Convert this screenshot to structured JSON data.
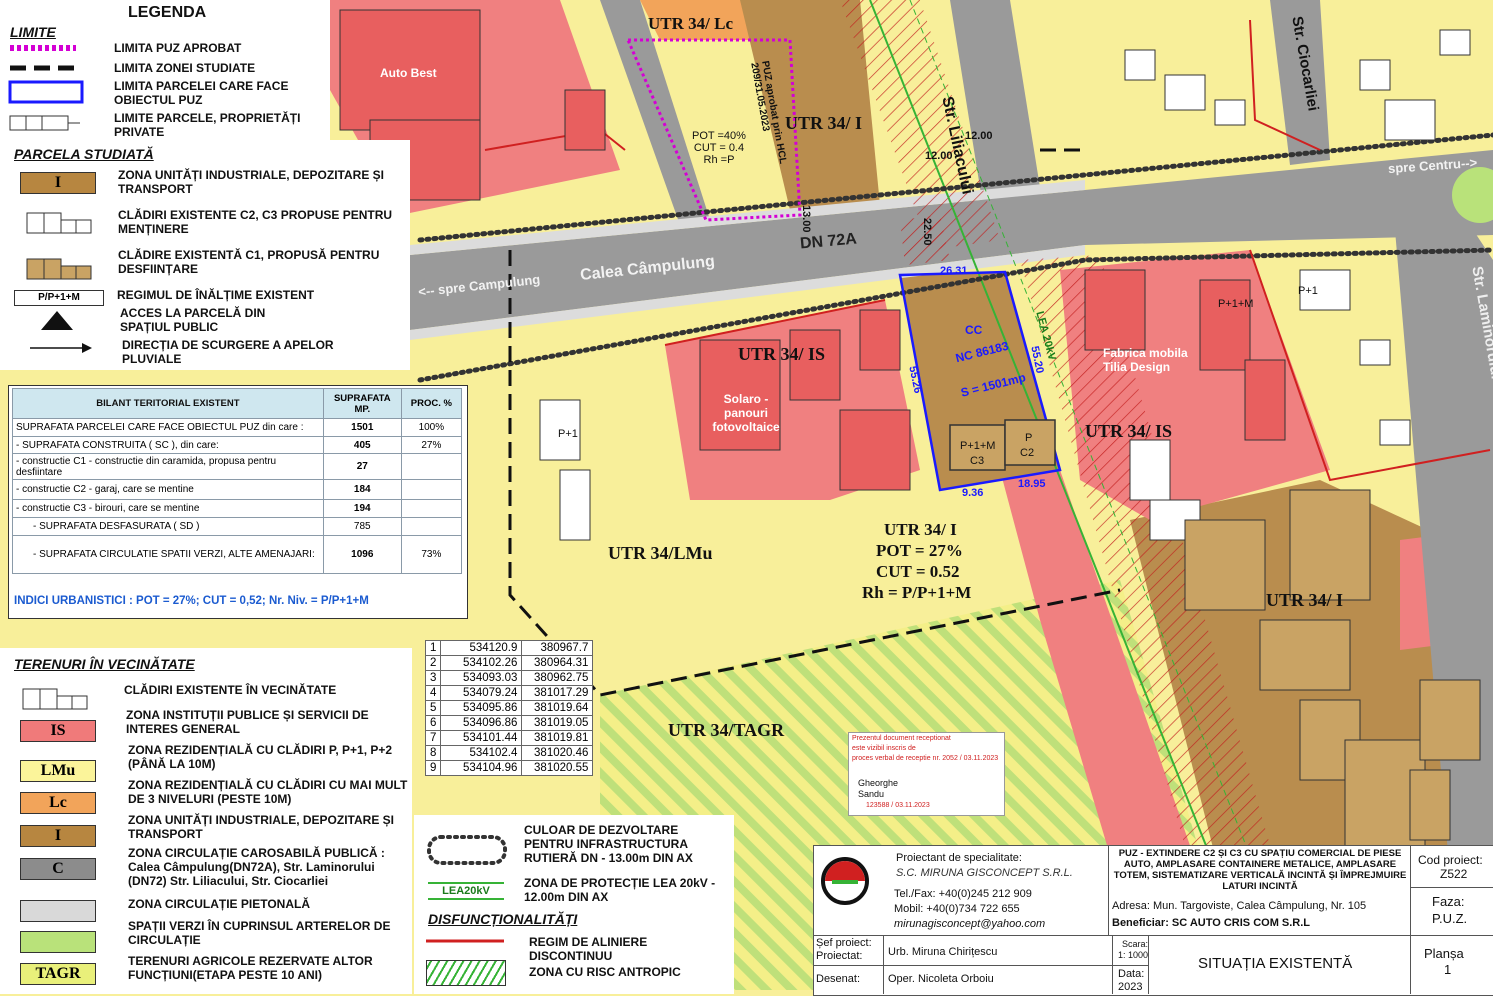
{
  "legend": {
    "title": "LEGENDA",
    "limite_header": "LIMITE",
    "limite_items": [
      "LIMITA PUZ APROBAT",
      "LIMITA ZONEI STUDIATE",
      "LIMITA PARCELEI CARE FACE OBIECTUL PUZ",
      "LIMITE PARCELE, PROPRIETĂȚI PRIVATE"
    ],
    "parcela_header": "PARCELA STUDIATĂ",
    "parcela_items": [
      {
        "code": "I",
        "label": "ZONA UNITĂȚI INDUSTRIALE, DEPOZITARE ȘI TRANSPORT"
      },
      {
        "code": "",
        "label": "CLĂDIRI EXISTENTE C2, C3 PROPUSE PENTRU MENȚINERE"
      },
      {
        "code": "",
        "label": "CLĂDIRE EXISTENTĂ C1, PROPUSĂ PENTRU DESFIINȚARE"
      },
      {
        "code": "P/P+1+M",
        "label": "REGIMUL DE ÎNĂLȚIME EXISTENT"
      },
      {
        "code": "",
        "label": "ACCES LA PARCELĂ DIN SPAȚIUL PUBLIC"
      },
      {
        "code": "",
        "label": "DIRECȚIA DE SCURGERE A APELOR PLUVIALE"
      }
    ],
    "vecinatate_header": "TERENURI ÎN VECINĂTATE",
    "vecinatate_items": [
      {
        "code": "",
        "label": "CLĂDIRI EXISTENTE ÎN VECINĂTATE",
        "color": "#ffffff"
      },
      {
        "code": "IS",
        "label": "ZONA INSTITUȚII PUBLICE ȘI SERVICII DE INTERES GENERAL",
        "color": "#f07a7a"
      },
      {
        "code": "LMu",
        "label": "ZONA REZIDENȚIALĂ CU CLĂDIRI P, P+1, P+2 (PÂNĂ LA 10M)",
        "color": "#fbf49a"
      },
      {
        "code": "Lc",
        "label": "ZONA REZIDENȚIALĂ CU CLĂDIRI CU MAI MULT DE 3 NIVELURI (PESTE 10M)",
        "color": "#f2a45a"
      },
      {
        "code": "I",
        "label": "ZONA UNITĂȚI INDUSTRIALE, DEPOZITARE ȘI TRANSPORT",
        "color": "#b78640"
      },
      {
        "code": "C",
        "label": "ZONA CIRCULAȚIE CAROSABILĂ PUBLICĂ : Calea Câmpulung(DN72A), Str. Laminorului (DN72) Str. Liliacului, Str. Ciocarliei",
        "color": "#8c8c8c"
      },
      {
        "code": "",
        "label": "ZONA CIRCULAȚIE PIETONALĂ",
        "color": "#d9d9d9"
      },
      {
        "code": "",
        "label": "SPAȚII VERZI ÎN CUPRINSUL ARTERELOR DE CIRCULAȚIE",
        "color": "#b9e27a"
      },
      {
        "code": "TAGR",
        "label": "TERENURI AGRICOLE REZERVATE ALTOR FUNCȚIUNI(ETAPA PESTE 10 ANI)",
        "color": "#e9f07a"
      }
    ],
    "extra_items": [
      {
        "label": "CULOAR DE DEZVOLTARE PENTRU INFRASTRUCTURA RUTIERĂ DN - 13.00m DIN AX"
      },
      {
        "code": "LEA20kV",
        "label": "ZONA DE PROTECȚIE LEA 20kV - 12.00m DIN AX"
      }
    ],
    "disf_header": "DISFUNCȚIONALITĂȚI",
    "disf_items": [
      "REGIM DE ALINIERE DISCONTINUU",
      "ZONA CU RISC ANTROPIC"
    ]
  },
  "bilant": {
    "title": "BILANT TERITORIAL EXISTENT",
    "col_area": "SUPRAFATA MP.",
    "col_proc": "PROC. %",
    "rows": [
      {
        "label": "SUPRAFATA PARCELEI CARE FACE OBIECTUL PUZ din care :",
        "area": "1501",
        "proc": "100%"
      },
      {
        "label": "- SUPRAFATA CONSTRUITA ( SC ), din care:",
        "area": "405",
        "proc": "27%"
      },
      {
        "label": "- constructie C1 - constructie din caramida, propusa pentru desfiintare",
        "area": "27",
        "proc": ""
      },
      {
        "label": "- constructie C2 - garaj, care se mentine",
        "area": "184",
        "proc": ""
      },
      {
        "label": "- constructie C3 - birouri, care se mentine",
        "area": "194",
        "proc": ""
      },
      {
        "label": "- SUPRAFATA DESFASURATA ( SD )",
        "area": "785",
        "proc": ""
      },
      {
        "label": "- SUPRAFATA CIRCULATIE SPATII VERZI, ALTE AMENAJARI:",
        "area": "1096",
        "proc": "73%"
      }
    ],
    "indici": "INDICI URBANISTICI : POT = 27%; CUT = 0,52; Nr. Niv. = P/P+1+M"
  },
  "coordinates": [
    {
      "n": "1",
      "x": "534120.9",
      "y": "380967.7"
    },
    {
      "n": "2",
      "x": "534102.26",
      "y": "380964.31"
    },
    {
      "n": "3",
      "x": "534093.03",
      "y": "380962.75"
    },
    {
      "n": "4",
      "x": "534079.24",
      "y": "381017.29"
    },
    {
      "n": "5",
      "x": "534095.86",
      "y": "381019.64"
    },
    {
      "n": "6",
      "x": "534096.86",
      "y": "381019.05"
    },
    {
      "n": "7",
      "x": "534101.44",
      "y": "381019.81"
    },
    {
      "n": "8",
      "x": "534102.4",
      "y": "381020.46"
    },
    {
      "n": "9",
      "x": "534104.96",
      "y": "381020.55"
    }
  ],
  "map_labels": {
    "utr_lc": "UTR 34/ Lc",
    "utr_i_top": "UTR 34/ I",
    "utr_is_left": "UTR 34/ IS",
    "utr_is_right": "UTR 34/ IS",
    "utr_lmu": "UTR 34/LMu",
    "utr_tagr": "UTR 34/TAGR",
    "utr_i_right": "UTR 34/ I",
    "street_liliacului": "Str. Liliacului",
    "street_ciocarliei": "Str. Ciocarliei",
    "street_laminorului": "Str. Laminorului",
    "road_dn": "DN 72A",
    "road_calea": "Calea Câmpulung",
    "spre_campulung": "<-- spre Campulung",
    "spre_centru": "spre Centru-->",
    "auto_best": "Auto Best",
    "solaro": "Solaro - panouri fotovoltaice",
    "fabrica": "Fabrica mobila Tilia Design",
    "puz_aprobat": "PUZ aprobat prin HCL 209/31.05.2023",
    "puz_indici": "POT =40% CUT = 0.4 Rh =P",
    "cc": "CC",
    "nc": "NC 86183",
    "s_parcel": "S = 1501mp",
    "c2": "C2",
    "c3": "C3",
    "p1m": "P+1+M",
    "p": "P",
    "p1": "P+1",
    "p_p1m": "P+1+M",
    "dim_2631": "26.31",
    "dim_5526": "55.26",
    "dim_5520": "55.20",
    "dim_936": "9.36",
    "dim_1895": "18.95",
    "dim_1200a": "12.00",
    "dim_1200b": "12.00",
    "dim_1300": "13.00",
    "dim_2250": "22.50",
    "lea": "LEA 20kV",
    "utr_i_center": "UTR 34/ I",
    "pot_center": "POT = 27%",
    "cut_center": "CUT = 0.52",
    "rh_center": "Rh = P/P+1+M"
  },
  "stamp": {
    "line1": "Prezentul document receptionat",
    "line2": "este vizibil inscris de",
    "line3": "proces verbal de receptie nr. 2052 / 03.11.2023",
    "name1": "Gheorghe",
    "name2": "Sandu",
    "code": "123588 / 03.11.2023"
  },
  "title_block": {
    "designer_label": "Proiectant de specialitate:",
    "designer": "S.C. MIRUNA GISCONCEPT S.R.L.",
    "tel": "Tel./Fax: +40(0)245 212 909",
    "mobil": "Mobil: +40(0)734 722 655",
    "email": "mirunagisconcept@yahoo.com",
    "project": "PUZ - EXTINDERE C2 ȘI C3 CU SPAȚIU COMERCIAL DE PIESE AUTO, AMPLASARE CONTAINERE METALICE, AMPLASARE TOTEM, SISTEMATIZARE VERTICALĂ INCINTĂ ȘI ÎMPREJMUIRE LATURI INCINTĂ",
    "address": "Adresa: Mun. Targoviste, Calea Câmpulung, Nr. 105",
    "beneficiary": "Beneficiar: SC AUTO CRIS COM S.R.L",
    "code_label": "Cod proiect:",
    "code": "Z522",
    "phase_label": "Faza:",
    "phase": "P.U.Z.",
    "sef_label": "Șef proiect:",
    "proiectat_label": "Proiectat:",
    "sef": "Urb. Miruna Chirițescu",
    "desenat_label": "Desenat:",
    "desenat": "Oper. Nicoleta Orboiu",
    "scara_label": "Scara:",
    "scara": "1: 1000",
    "data_label": "Data:",
    "data": "2023",
    "sheet_title": "SITUAȚIA EXISTENTĂ",
    "plansa_label": "Planșa",
    "plansa": "1"
  }
}
